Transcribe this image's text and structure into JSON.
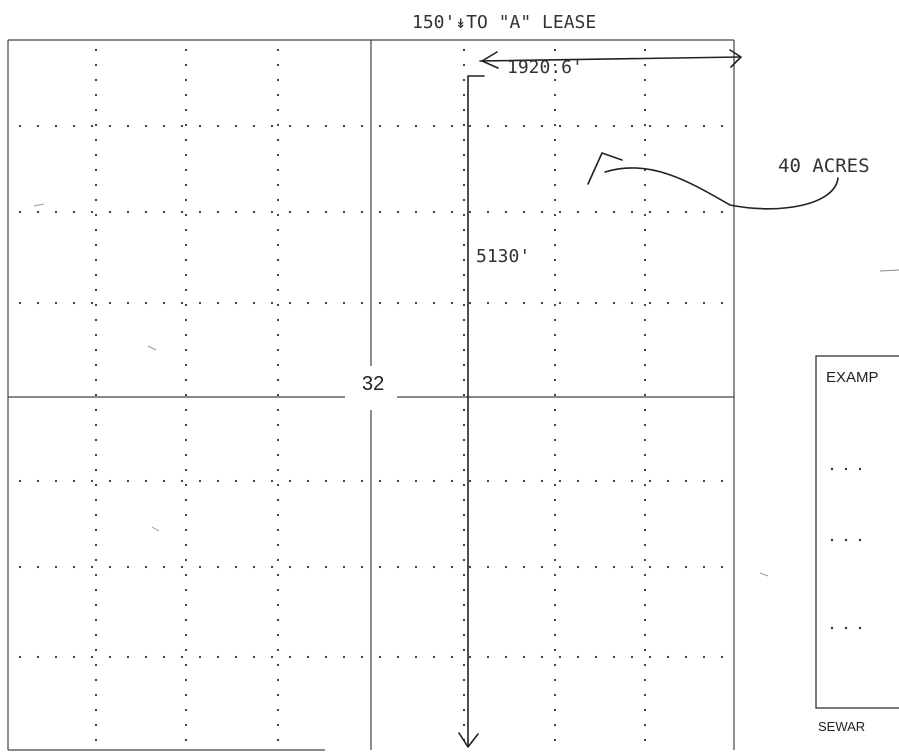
{
  "header": {
    "lease_note": "150'↡TO \"A\" LEASE"
  },
  "section": {
    "number": "32"
  },
  "dimensions": {
    "east_west": "1920.6'",
    "north_south": "5130'"
  },
  "annotations": {
    "acreage": "40 ACRES"
  },
  "example_box": {
    "title": "EXAMP",
    "caption": "SEWAR"
  },
  "icons": {
    "ew_arrow": "double-headed-arrow-icon",
    "ns_arrow": "vertical-arrow-icon",
    "pointer": "hand-drawn-pointer-icon"
  }
}
